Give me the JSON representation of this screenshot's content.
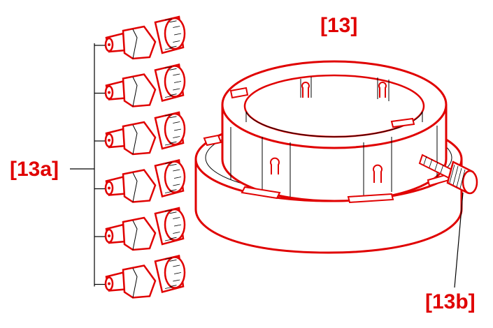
{
  "labels": {
    "main": "[13]",
    "screws": "[13a]",
    "knob": "[13b]"
  },
  "colors": {
    "outline": "#e00000",
    "line": "#000000",
    "label": "#e00000"
  },
  "screw_count": 6
}
